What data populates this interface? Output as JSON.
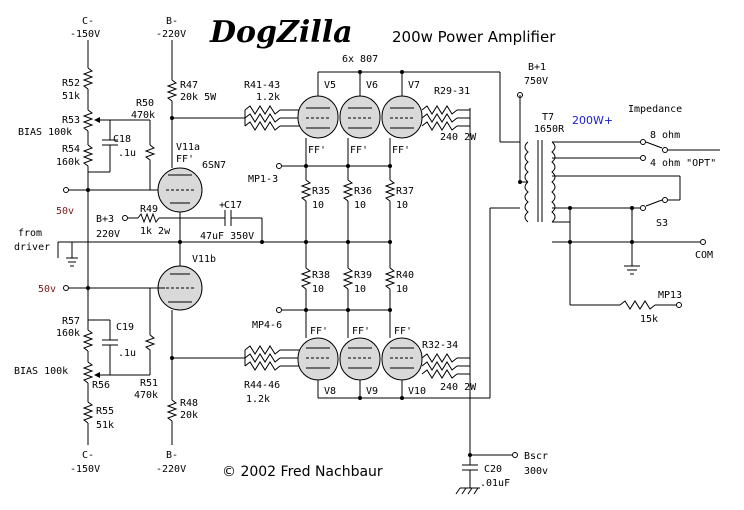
{
  "title": {
    "logo": "DogZilla",
    "subtitle": "200w Power Amplifier",
    "copyright": "© 2002 Fred Nachbaur"
  },
  "labels": {
    "c_top": "C-",
    "c_top_v": "-150V",
    "b_top": "B-",
    "b_top_v": "-220V",
    "r52": "R52",
    "r52_v": "51k",
    "r53": "R53",
    "bias_top": "BIAS 100k",
    "r54": "R54",
    "r54_v": "160k",
    "c18": "C18",
    "c18_v": ".1u",
    "r50": "R50",
    "r50_v": "470k",
    "r47": "R47",
    "r47_v": "20k 5W",
    "v11a": "V11a",
    "v11a_ff": "FF'",
    "tube_6sn7": "6SN7",
    "in_50v_top": "50v",
    "b3": "B+3",
    "b3_v": "220V",
    "r49": "R49",
    "r49_v": "1k 2w",
    "c17": "C17",
    "c17_v": "47uF 350V",
    "from_driver_1": "from",
    "from_driver_2": "driver",
    "v11b": "V11b",
    "in_50v_bot": "50v",
    "r57": "R57",
    "r57_v": "160k",
    "c19": "C19",
    "c19_v": ".1u",
    "bias_bot": "BIAS 100k",
    "r56": "R56",
    "r51": "R51",
    "r51_v": "470k",
    "r55": "R55",
    "r55_v": "51k",
    "r48": "R48",
    "r48_v": "20k",
    "c_bot": "C-",
    "c_bot_v": "-150V",
    "b_bot": "B-",
    "b_bot_v": "-220V",
    "r41_43": "R41-43",
    "r41_43_v": "1.2k",
    "r44_46": "R44-46",
    "r44_46_v": "1.2k",
    "tubes_6x807": "6x 807",
    "v5": "V5",
    "v6": "V6",
    "v7": "V7",
    "v8": "V8",
    "v9": "V9",
    "v10": "V10",
    "ff": "FF'",
    "mp1_3": "MP1-3",
    "mp4_6": "MP4-6",
    "r35": "R35",
    "r36": "R36",
    "r37": "R37",
    "r38": "R38",
    "r39": "R39",
    "r40": "R40",
    "ten": "10",
    "r29_31": "R29-31",
    "r29_31_v": "240  2W",
    "r32_34": "R32-34",
    "r32_34_v": "240  2W",
    "b1": "B+1",
    "b1_v": "750V",
    "t7": "T7",
    "t7_v": "1650R",
    "power": "200W+",
    "impedance": "Impedance",
    "ohm8": "8 ohm",
    "ohm4": "4 ohm \"OPT\"",
    "s3": "S3",
    "com": "COM",
    "mp13": "MP13",
    "mp13_v": "15k",
    "bscr": "Bscr",
    "bscr_v": "300v",
    "c20": "C20",
    "c20_v": ".01uF"
  },
  "colors": {
    "ink": "#000000",
    "voltage_red": "#7a1a1a",
    "power_blue": "#1a1ad0",
    "tube_fill": "#d9d9d9"
  }
}
